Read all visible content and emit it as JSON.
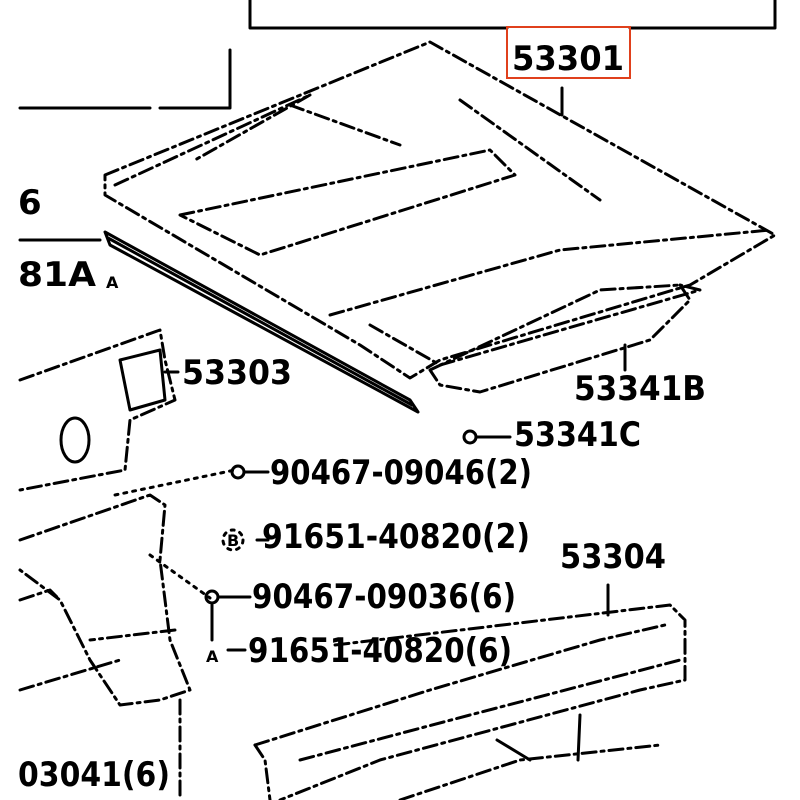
{
  "diagram": {
    "highlight_color": "#e0401c",
    "labels": {
      "part_53301": "53301",
      "part_6": "6",
      "part_81a": "81A",
      "part_81a_ref": "A",
      "part_53303": "53303",
      "part_53341b": "53341B",
      "part_53341c": "53341C",
      "bolt_90467_09046": "90467-09046(2)",
      "nut_91651_40820_b": "91651-40820(2)",
      "part_53304": "53304",
      "bolt_90467_09036": "90467-09036(6)",
      "nut_91651_40820_a": "91651-40820(6)",
      "part_03041": "03041(6)",
      "ref_b": "B",
      "ref_a": "A"
    }
  }
}
